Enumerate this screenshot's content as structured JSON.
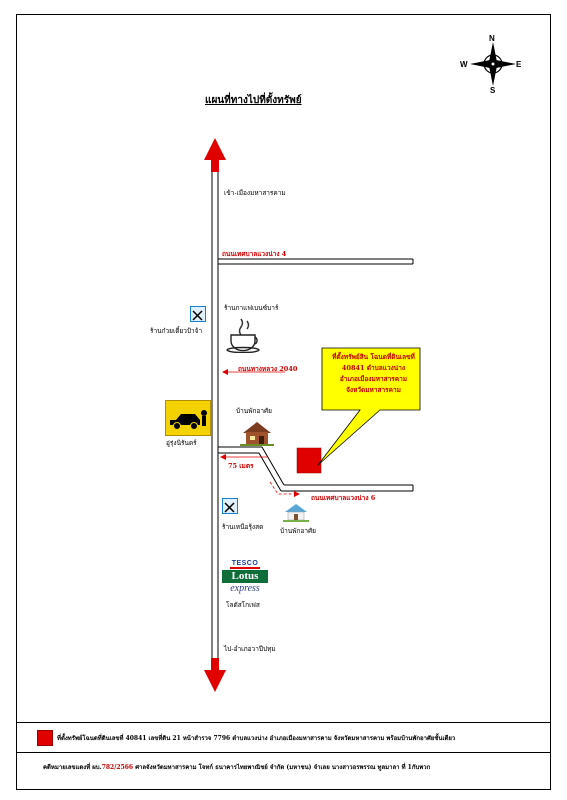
{
  "title": "แผนที่ทางไปที่ตั้งทรัพย์",
  "compass": {
    "n": "N",
    "s": "S",
    "e": "E",
    "w": "W"
  },
  "labels": {
    "to_mahasarakham": "เข้า-เมืองมหาสารคาม",
    "road_4": "ถนนเทศบาลแวงน่าง 4",
    "cafe": "ร้านกาแฟเบนซ์บาร์",
    "noodle_shop": "ร้านก๋วยเตี๋ยวป้าจ้า",
    "road_2040": "ถนนทางหลวง 2040",
    "house_1": "บ้านพักอาศัย",
    "garage": "อู่รุ่งนิรันดร์",
    "distance": "75 เมตร",
    "road_6": "ถนนเทศบาลแวงน่าง 6",
    "house_2": "บ้านพักอาศัย",
    "restaurant": "ร้านเหนือรุ้งสด",
    "tesco_brand": "TESCO",
    "tesco_lotus": "Lotus",
    "tesco_express": "express",
    "lotus_label": "โลตัสโกเฟส",
    "to_kosum": "ไป-อำเภอวาปีปทุม"
  },
  "callout_lines": [
    "ที่ตั้งทรัพย์สิน  โฉนดที่ดินเลขที่",
    "40841 ตำบลแวงน่าง",
    "อำเภอเมืองมหาสารคาม",
    "จังหวัดมหาสารคาม"
  ],
  "legend": "ที่ตั้งทรัพย์โฉนดที่ดินเลขที่ 40841  เลขที่ดิน 21  หน้าสำรวจ 7796  ตำบลแวงน่าง  อำเภอเมืองมหาสารคาม  จังหวัดมหาสารคาม  พร้อมบ้านพักอาศัยชั้นเดียว",
  "footer": {
    "prefix": "คดีหมายเลขแดงที่ ผบ.",
    "case_no": "782/2566",
    "rest": " ศาลจังหวัดมหาสารคาม  โจทก์ ธนาคารไทยพาณิชย์  จำกัด (มหาชน) จำเลย นางสาวอรพรรณ  ทูลมาลา  ที่ 1กับพวก"
  },
  "colors": {
    "accent_red": "#e00000",
    "road": "#000000",
    "callout": "#ffff00"
  }
}
